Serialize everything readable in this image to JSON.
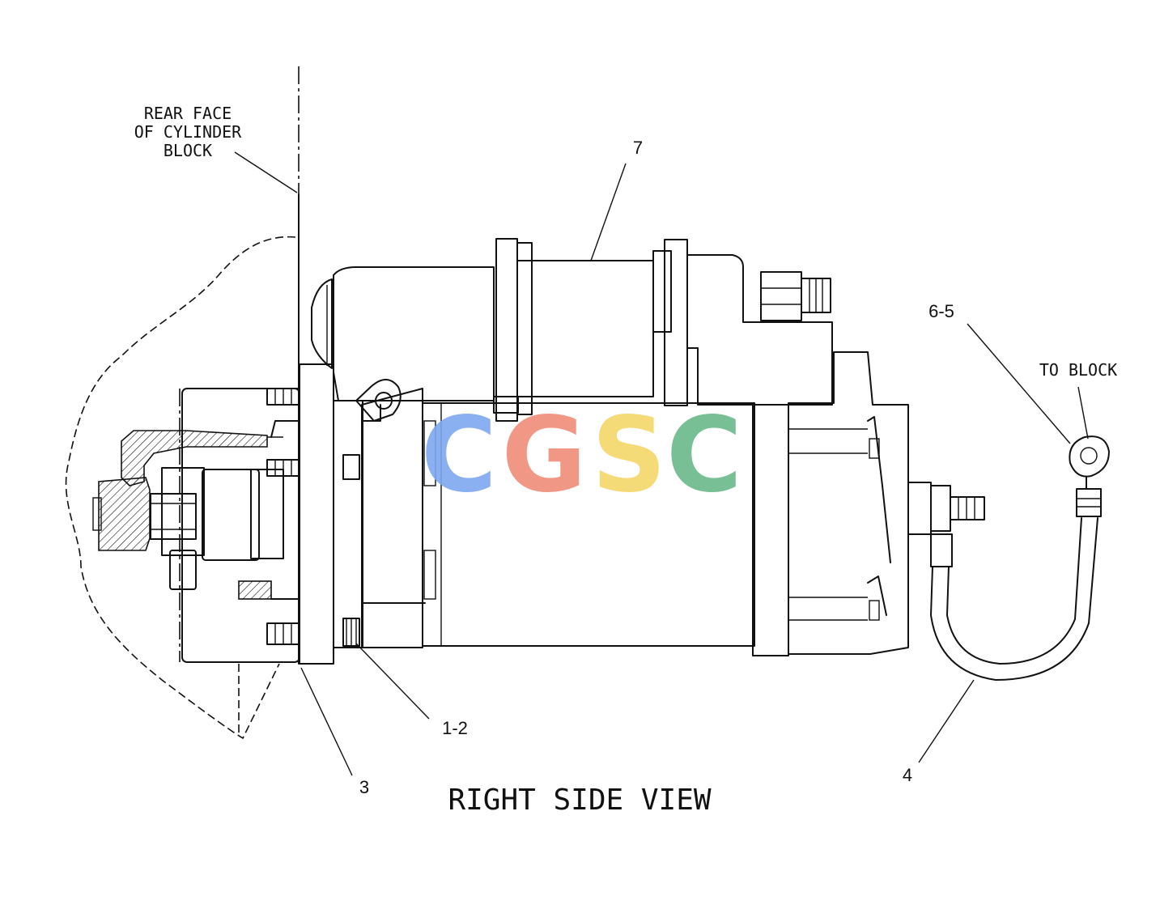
{
  "diagram": {
    "view_title": "RIGHT SIDE VIEW",
    "reference_note": [
      "REAR FACE",
      "OF CYLINDER",
      "BLOCK"
    ],
    "to_block_note": "TO BLOCK",
    "callouts": {
      "item_7": "7",
      "item_6_5": "6-5",
      "item_1_2": "1-2",
      "item_3": "3",
      "item_4": "4"
    }
  },
  "watermark": {
    "letters": [
      "C",
      "G",
      "S",
      "C"
    ],
    "colors": [
      "#7fa8f0",
      "#f08c7a",
      "#f5d66a",
      "#6ab98a"
    ]
  }
}
